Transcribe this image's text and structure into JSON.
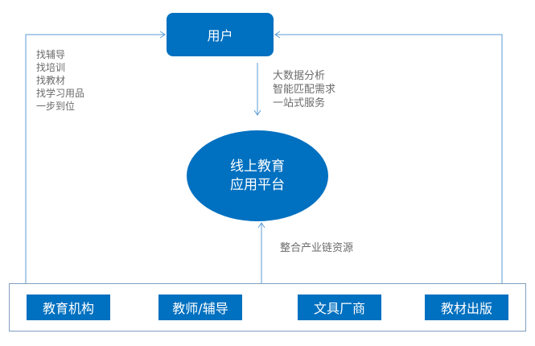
{
  "user": {
    "label": "用户"
  },
  "platform": {
    "line1": "线上教育",
    "line2": "应用平台"
  },
  "left_notes": [
    "找辅导",
    "找培训",
    "找教材",
    "找学习用品",
    "一步到位"
  ],
  "right_notes": [
    "大数据分析",
    "智能匹配需求",
    "一站式服务"
  ],
  "bottom_note": "整合产业链资源",
  "sources": [
    "教育机构",
    "教师/辅导",
    "文具厂商",
    "教材出版"
  ],
  "colors": {
    "primary": "#0070c0",
    "line": "#5b9bd5",
    "text": "#6b6b6b"
  }
}
